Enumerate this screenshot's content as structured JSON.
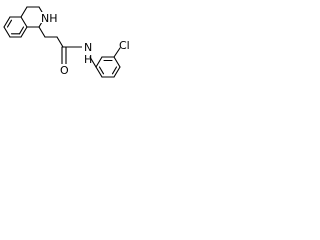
{
  "atoms": {
    "nh_ring": "NH",
    "n_amide": "N",
    "h_amide": "H",
    "o_carbonyl": "O",
    "cl": "Cl"
  }
}
